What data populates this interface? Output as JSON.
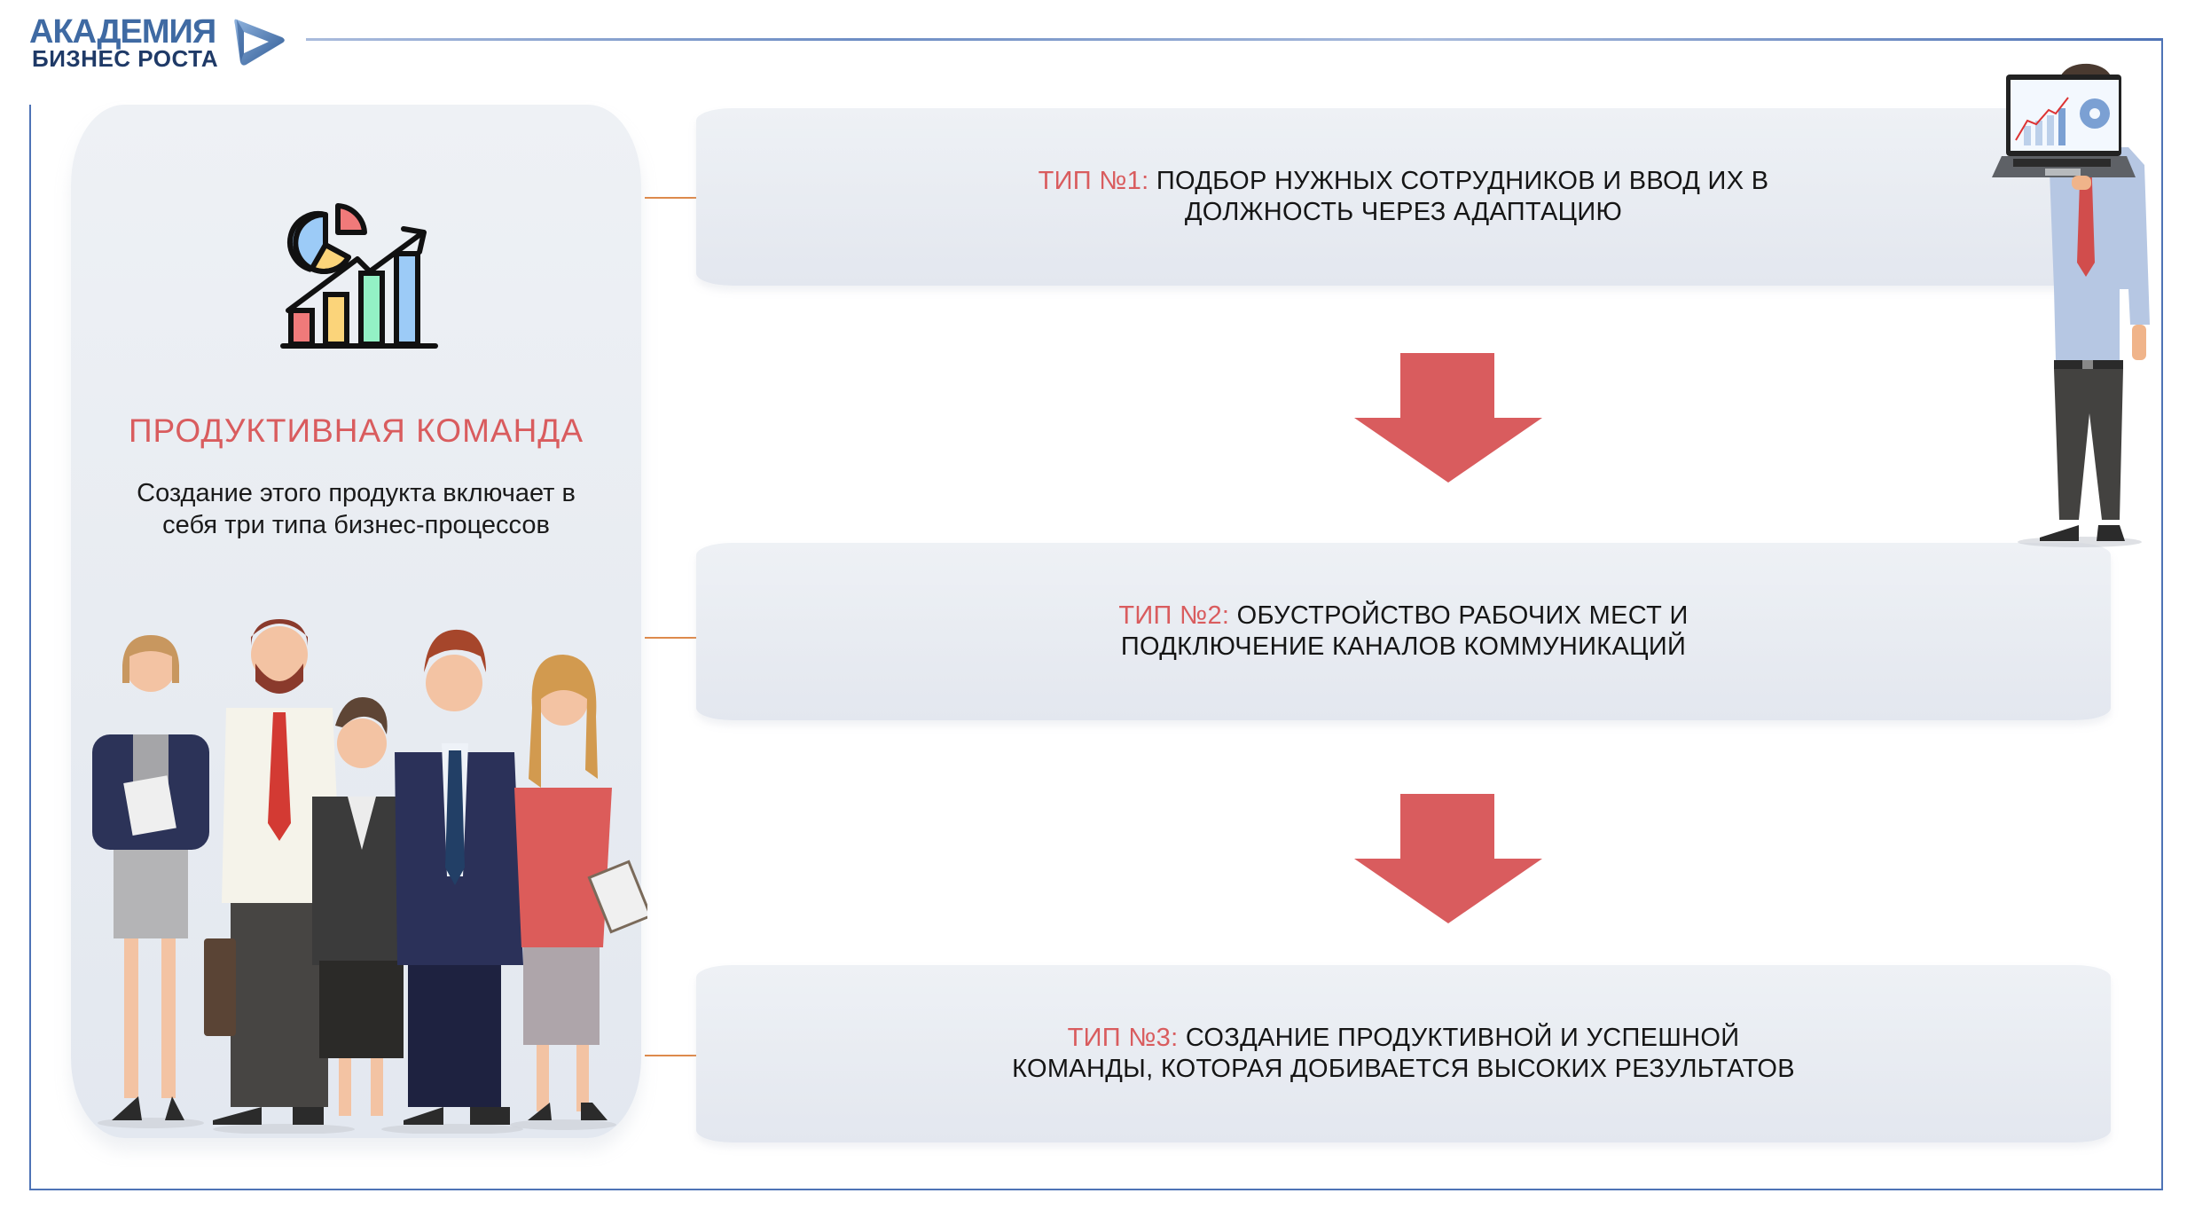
{
  "logo": {
    "line1": "АКАДЕМИЯ",
    "line2": "БИЗНЕС РОСТА",
    "mark_icon": "play-triangle-icon"
  },
  "colors": {
    "accent_red": "#d95c5e",
    "frame_blue": "#4e73b6",
    "connector_orange": "#dd8a4c",
    "card_bg": "#e9edf2",
    "logo_blue": "#3f6aa3",
    "logo_navy": "#1f3a67"
  },
  "left_panel": {
    "icon": "analytics-chart-icon",
    "title": "ПРОДУКТИВНАЯ КОМАНДА",
    "description_line1": "Создание этого продукта включает в",
    "description_line2": "себя три типа бизнес-процессов",
    "illustration": "business-team-illustration"
  },
  "steps": [
    {
      "label": "ТИП №1:",
      "line1": "ПОДБОР НУЖНЫХ СОТРУДНИКОВ И ВВОД ИХ В",
      "line2": "ДОЛЖНОСТЬ ЧЕРЕЗ АДАПТАЦИЮ"
    },
    {
      "label": "ТИП №2:",
      "line1": "ОБУСТРОЙСТВО РАБОЧИХ МЕСТ И",
      "line2": "ПОДКЛЮЧЕНИЕ КАНАЛОВ КОММУНИКАЦИЙ"
    },
    {
      "label": "ТИП №3:",
      "line1": "СОЗДАНИЕ ПРОДУКТИВНОЙ И УСПЕШНОЙ",
      "line2": "КОМАНДЫ, КОТОРАЯ ДОБИВАЕТСЯ ВЫСОКИХ РЕЗУЛЬТАТОВ"
    }
  ],
  "arrows": [
    "arrow-down-icon",
    "arrow-down-icon"
  ],
  "presenter": "businessman-with-laptop-illustration"
}
